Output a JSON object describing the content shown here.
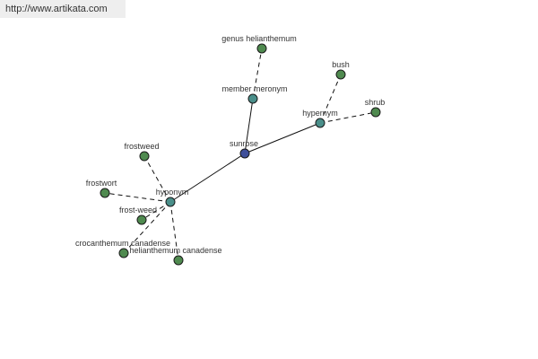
{
  "watermark": {
    "text": "http://www.artikata.com"
  },
  "colors": {
    "root": "#3f4f9a",
    "hub": "#4a8f8a",
    "leaf": "#4f8a4f",
    "edge": "#111111",
    "label": "#333333",
    "watermark_bg": "#eeeeee"
  },
  "graph": {
    "nodes": [
      {
        "id": "sunrose",
        "label": "sunrose",
        "kind": "root"
      },
      {
        "id": "member-meronym",
        "label": "member meronym",
        "kind": "hub"
      },
      {
        "id": "hypernym",
        "label": "hypernym",
        "kind": "hub"
      },
      {
        "id": "hyponym",
        "label": "hyponym",
        "kind": "hub"
      },
      {
        "id": "genus-helianthemum",
        "label": "genus helianthemum",
        "kind": "leaf"
      },
      {
        "id": "bush",
        "label": "bush",
        "kind": "leaf"
      },
      {
        "id": "shrub",
        "label": "shrub",
        "kind": "leaf"
      },
      {
        "id": "frostweed",
        "label": "frostweed",
        "kind": "leaf"
      },
      {
        "id": "frostwort",
        "label": "frostwort",
        "kind": "leaf"
      },
      {
        "id": "frost-weed",
        "label": "frost-weed",
        "kind": "leaf"
      },
      {
        "id": "crocanthemum-canadense",
        "label": "crocanthemum canadense",
        "kind": "leaf"
      },
      {
        "id": "helianthemum-canadense",
        "label": "helianthemum canadense",
        "kind": "leaf"
      }
    ],
    "edges": [
      {
        "from": "sunrose",
        "to": "member-meronym",
        "style": "solid"
      },
      {
        "from": "sunrose",
        "to": "hypernym",
        "style": "solid"
      },
      {
        "from": "sunrose",
        "to": "hyponym",
        "style": "solid"
      },
      {
        "from": "member-meronym",
        "to": "genus-helianthemum",
        "style": "dashed"
      },
      {
        "from": "hypernym",
        "to": "bush",
        "style": "dashed"
      },
      {
        "from": "hypernym",
        "to": "shrub",
        "style": "dashed"
      },
      {
        "from": "hyponym",
        "to": "frostweed",
        "style": "dashed"
      },
      {
        "from": "hyponym",
        "to": "frostwort",
        "style": "dashed"
      },
      {
        "from": "hyponym",
        "to": "frost-weed",
        "style": "dashed"
      },
      {
        "from": "hyponym",
        "to": "crocanthemum-canadense",
        "style": "dashed"
      },
      {
        "from": "hyponym",
        "to": "helianthemum-canadense",
        "style": "dashed"
      }
    ]
  }
}
